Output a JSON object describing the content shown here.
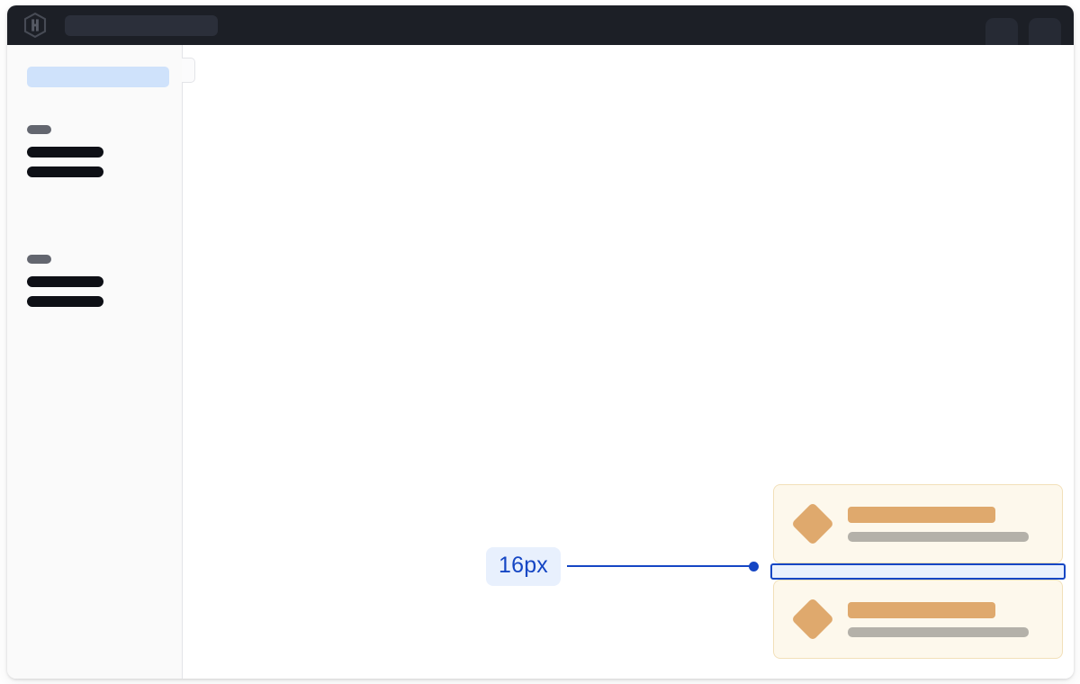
{
  "app": {
    "window_name": "design-inspector-window"
  },
  "header": {
    "logo_icon": "hashicorp-hexagon-logo",
    "search": {
      "icon": "search-icon",
      "placeholder": "",
      "value": ""
    },
    "right_chips": [
      {
        "name": "header-chip-1",
        "label": ""
      },
      {
        "name": "header-chip-2",
        "label": ""
      }
    ]
  },
  "sidebar": {
    "active_item": {
      "label": ""
    },
    "handle_icon": "sidebar-collapse-handle-icon",
    "groups": [
      {
        "label": "",
        "items": [
          {
            "label": ""
          },
          {
            "label": ""
          }
        ]
      },
      {
        "label": "",
        "items": [
          {
            "label": ""
          },
          {
            "label": ""
          }
        ]
      }
    ]
  },
  "main": {
    "cards": [
      {
        "icon": "diamond-icon",
        "title": "",
        "subtitle": ""
      },
      {
        "icon": "diamond-icon",
        "title": "",
        "subtitle": ""
      }
    ],
    "measurement": {
      "value": "16px",
      "kind": "gap",
      "leader_line": true,
      "endpoint_dot": true
    }
  },
  "colors": {
    "header_bg": "#1c1f26",
    "header_search_bg": "#2b2f3a",
    "sidebar_bg": "#fafafa",
    "sidebar_border": "#e3e4e8",
    "nav_active": "#cfe2fb",
    "nav_label": "#63666f",
    "nav_item": "#0e1016",
    "card_bg": "#fdf8ec",
    "card_border": "#f2e0b9",
    "card_accent": "#dfa96d",
    "card_muted": "#b4b1a9",
    "measure_accent": "#1546c4",
    "measure_fill": "#eaf1fd",
    "measure_badge_bg": "#e8f0fd",
    "page_bg": "#ffffff"
  }
}
